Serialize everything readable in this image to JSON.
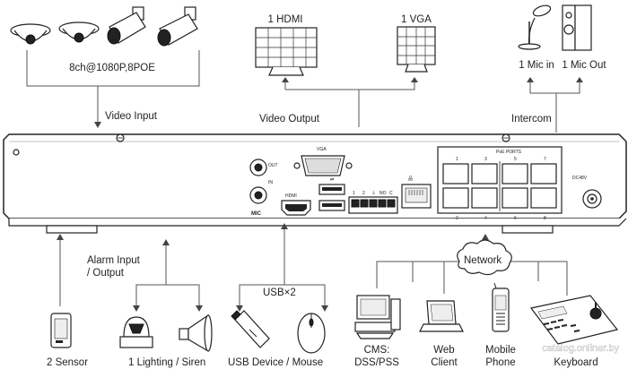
{
  "labels": {
    "cameras": "8ch@1080P,8POE",
    "video_input": "Video Input",
    "hdmi": "1 HDMI",
    "vga": "1 VGA",
    "video_output": "Video Output",
    "mic_in": "1 Mic in",
    "mic_out": "1 Mic Out",
    "intercom": "Intercom",
    "alarm_input_line1": "Alarm Input",
    "alarm_input_line2": "/ Output",
    "usb": "USB×2",
    "network": "Network",
    "sensor": "2 Sensor",
    "lighting": "1 Lighting / Siren",
    "usb_device": "USB Device / Mouse",
    "cms_line1": "CMS:",
    "cms_line2": "DSS/PSS",
    "web_line1": "Web",
    "web_line2": "Client",
    "mobile_line1": "Mobile",
    "mobile_line2": "Phone",
    "keyboard": "Keyboard"
  },
  "panel": {
    "vga_port": "VGA",
    "out_port": "OUT",
    "in_port": "IN",
    "mic_port": "MIC",
    "hdmi_port": "HDMI",
    "poe_ports": "PoE PORTS",
    "port_numbers_top": [
      "1",
      "3",
      "5",
      "7"
    ],
    "port_numbers_bottom": [
      "2",
      "4",
      "6",
      "8"
    ],
    "power": "DC48V",
    "alarm_terminals": [
      "1",
      "2",
      "⏚",
      "NO",
      "C"
    ]
  },
  "watermark": "catalog.onliner.by"
}
